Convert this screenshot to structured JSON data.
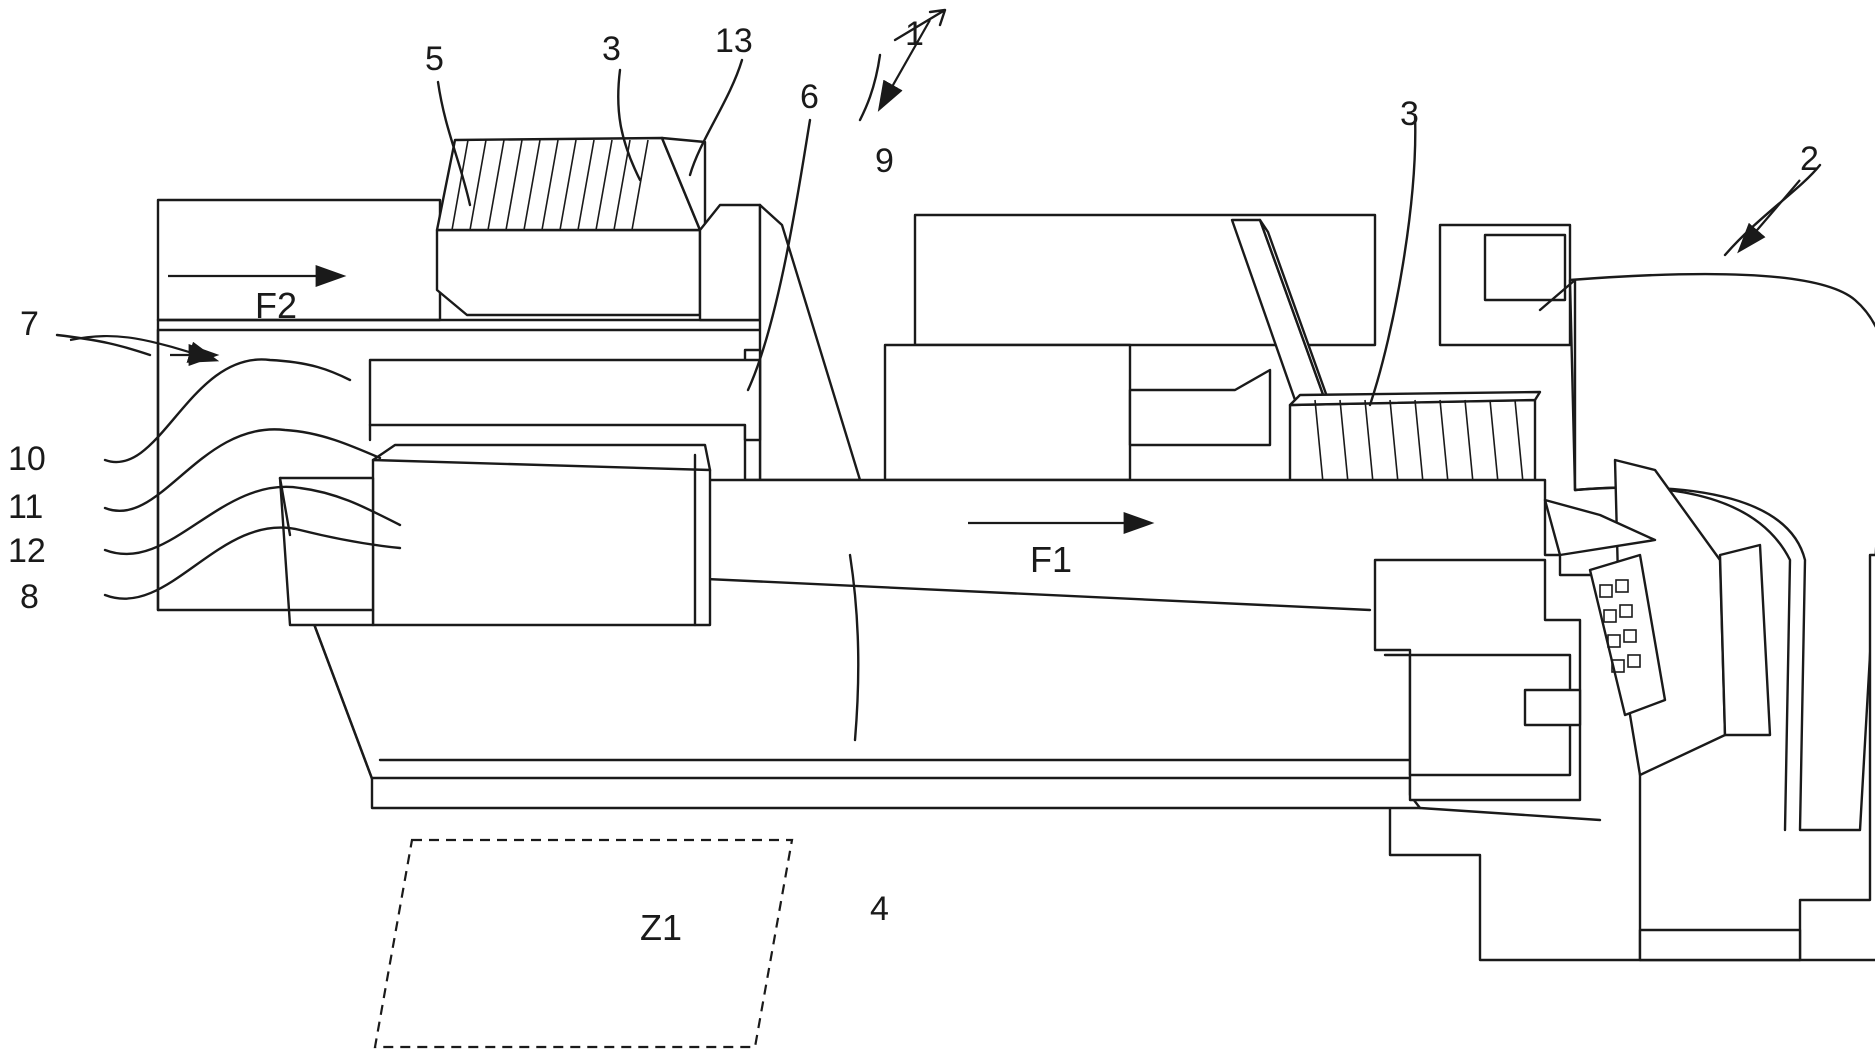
{
  "figure": {
    "refs": {
      "r1": "1",
      "r2": "2",
      "r3a": "3",
      "r3b": "3",
      "r4": "4",
      "r5": "5",
      "r6": "6",
      "r7": "7",
      "r8": "8",
      "r9": "9",
      "r10": "10",
      "r11": "11",
      "r12": "12",
      "r13": "13"
    },
    "flow_f1": "F1",
    "flow_f2": "F2",
    "zone_z1": "Z1"
  },
  "colors": {
    "line": "#1a1a1a",
    "background": "#ffffff"
  }
}
